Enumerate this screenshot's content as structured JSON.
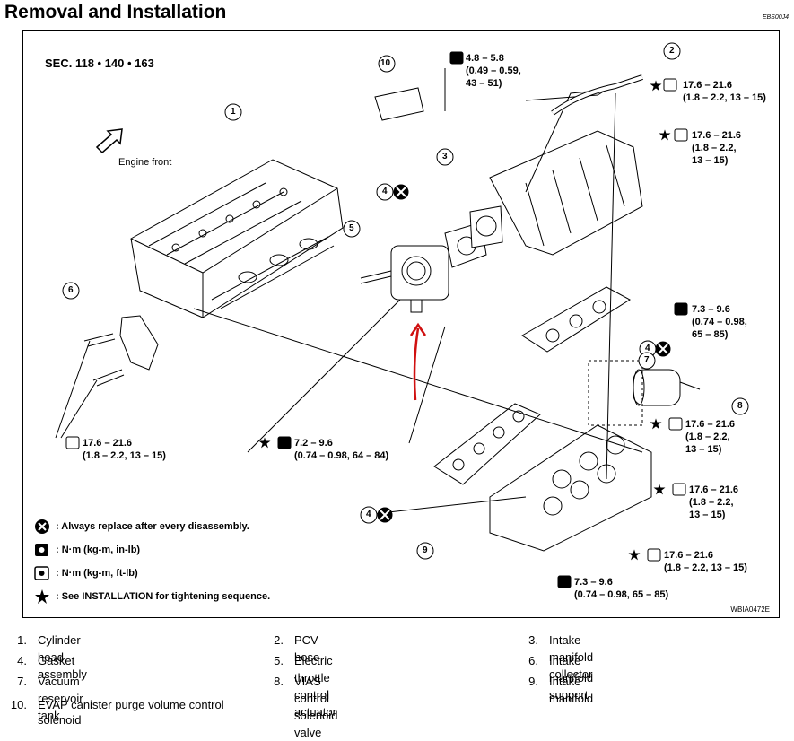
{
  "page_title": "Removal and Installation",
  "doc_code": "EBS00J4",
  "figure": {
    "section": "SEC. 118 • 140 • 163",
    "engine_front": "Engine front",
    "figure_code": "WBIA0472E",
    "callouts": [
      "10",
      "2",
      "1",
      "3",
      "4",
      "5",
      "6",
      "4",
      "7",
      "8",
      "4",
      "9"
    ],
    "torques": {
      "t_top_center": [
        "4.8 – 5.8",
        "(0.49 – 0.59,",
        "43 – 51)"
      ],
      "t_top_right_1": [
        "17.6 – 21.6",
        "(1.8 – 2.2, 13 – 15)"
      ],
      "t_top_right_2": [
        "17.6 – 21.6",
        "(1.8 – 2.2,",
        "13 – 15)"
      ],
      "t_mid_right": [
        "7.3 – 9.6",
        "(0.74 – 0.98,",
        "65 – 85)"
      ],
      "t_right_1": [
        "17.6 – 21.6",
        "(1.8 – 2.2,",
        "13 – 15)"
      ],
      "t_right_2": [
        "17.6 – 21.6",
        "(1.8 – 2.2,",
        "13 – 15)"
      ],
      "t_right_3": [
        "17.6 – 21.6",
        "(1.8 – 2.2, 13 – 15)"
      ],
      "t_bottom": [
        "7.3 – 9.6",
        "(0.74 – 0.98, 65 – 85)"
      ],
      "t_left": [
        "17.6 – 21.6",
        "(1.8 – 2.2, 13 – 15)"
      ],
      "t_center": [
        "7.2 – 9.6",
        "(0.74 – 0.98, 64 – 84)"
      ]
    },
    "legend": [
      ": Always replace after every disassembly.",
      ": N·m (kg-m, in-lb)",
      ": N·m (kg-m, ft-lb)",
      ": See INSTALLATION for tightening sequence."
    ]
  },
  "parts": [
    {
      "num": "1.",
      "name": "Cylinder head assembly"
    },
    {
      "num": "2.",
      "name": "PCV hose"
    },
    {
      "num": "3.",
      "name": "Intake manifold collector"
    },
    {
      "num": "4.",
      "name": "Gasket"
    },
    {
      "num": "5.",
      "name": "Electric throttle control actuator"
    },
    {
      "num": "6.",
      "name": "Intake manifold support"
    },
    {
      "num": "7.",
      "name": "Vacuum reservoir tank"
    },
    {
      "num": "8.",
      "name": "VIAS control solenoid valve"
    },
    {
      "num": "9.",
      "name": "Intake manifold"
    },
    {
      "num": "10.",
      "name": "EVAP canister purge volume control",
      "name2": "solenoid"
    }
  ],
  "colors": {
    "annotation_arrow": "#d01010",
    "line": "#000000"
  }
}
